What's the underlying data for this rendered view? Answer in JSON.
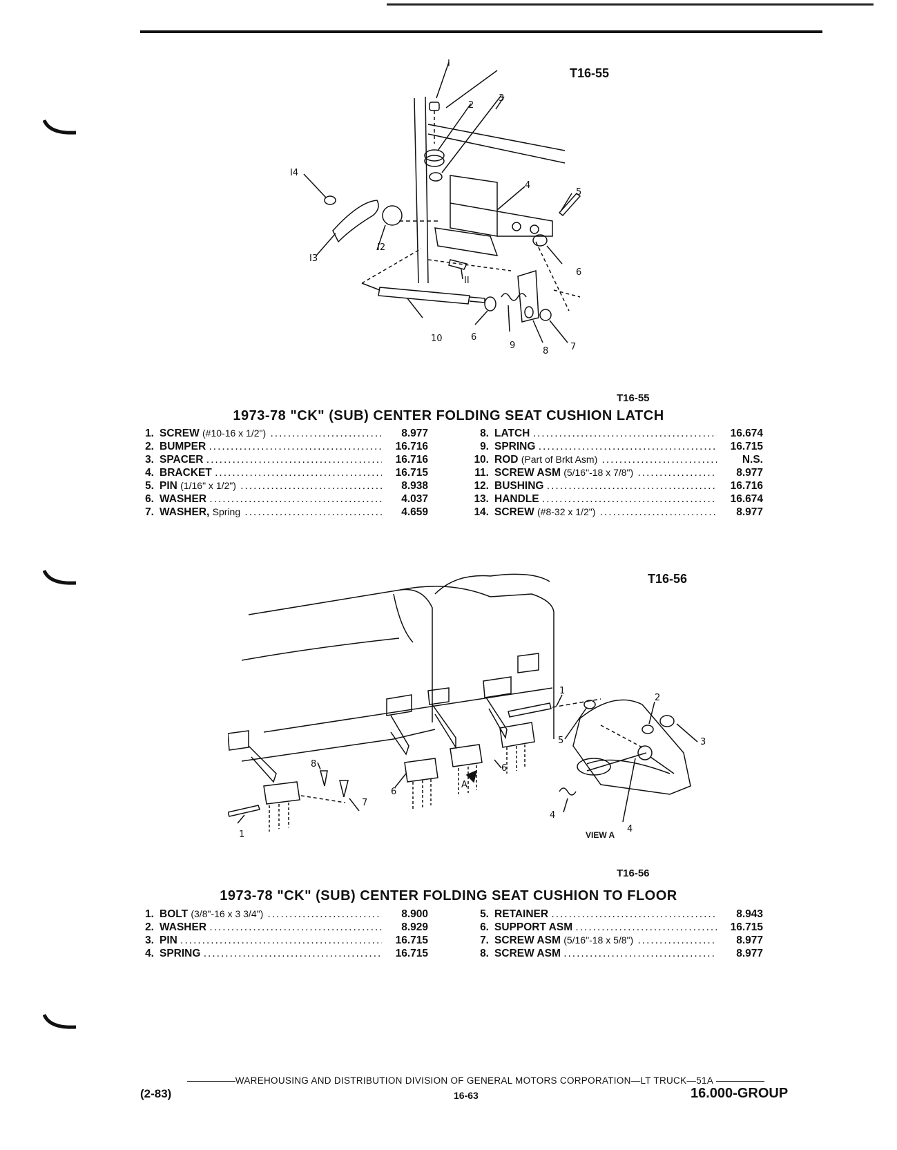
{
  "figures": {
    "fig1": {
      "label": "T16-55",
      "caption": "T16-55"
    },
    "fig2": {
      "label": "T16-56",
      "caption": "T16-56",
      "view_label": "VIEW A"
    }
  },
  "section1": {
    "title": "1973-78 \"CK\" (SUB) CENTER FOLDING SEAT CUSHION LATCH",
    "left": [
      {
        "num": "1.",
        "name": "SCREW",
        "spec": "(#10-16 x 1/2\")",
        "code": "8.977"
      },
      {
        "num": "2.",
        "name": "BUMPER",
        "spec": "",
        "code": "16.716"
      },
      {
        "num": "3.",
        "name": "SPACER",
        "spec": "",
        "code": "16.716"
      },
      {
        "num": "4.",
        "name": "BRACKET",
        "spec": "",
        "code": "16.715"
      },
      {
        "num": "5.",
        "name": "PIN",
        "spec": "(1/16\" x 1/2\")",
        "code": "8.938"
      },
      {
        "num": "6.",
        "name": "WASHER",
        "spec": "",
        "code": "4.037"
      },
      {
        "num": "7.",
        "name": "WASHER,",
        "spec": "Spring",
        "code": "4.659"
      }
    ],
    "right": [
      {
        "num": "8.",
        "name": "LATCH",
        "spec": "",
        "code": "16.674"
      },
      {
        "num": "9.",
        "name": "SPRING",
        "spec": "",
        "code": "16.715"
      },
      {
        "num": "10.",
        "name": "ROD",
        "spec": "(Part of Brkt Asm)",
        "code": "N.S."
      },
      {
        "num": "11.",
        "name": "SCREW ASM",
        "spec": "(5/16\"-18 x 7/8\")",
        "code": "8.977"
      },
      {
        "num": "12.",
        "name": "BUSHING",
        "spec": "",
        "code": "16.716"
      },
      {
        "num": "13.",
        "name": "HANDLE",
        "spec": "",
        "code": "16.674"
      },
      {
        "num": "14.",
        "name": "SCREW",
        "spec": "(#8-32 x 1/2\")",
        "code": "8.977"
      }
    ]
  },
  "section2": {
    "title": "1973-78 \"CK\" (SUB) CENTER FOLDING SEAT CUSHION TO FLOOR",
    "left": [
      {
        "num": "1.",
        "name": "BOLT",
        "spec": "(3/8\"-16 x 3 3/4\")",
        "code": "8.900"
      },
      {
        "num": "2.",
        "name": "WASHER",
        "spec": "",
        "code": "8.929"
      },
      {
        "num": "3.",
        "name": "PIN",
        "spec": "",
        "code": "16.715"
      },
      {
        "num": "4.",
        "name": "SPRING",
        "spec": "",
        "code": "16.715"
      }
    ],
    "right": [
      {
        "num": "5.",
        "name": "RETAINER",
        "spec": "",
        "code": "8.943"
      },
      {
        "num": "6.",
        "name": "SUPPORT ASM",
        "spec": "",
        "code": "16.715"
      },
      {
        "num": "7.",
        "name": "SCREW ASM",
        "spec": "(5/16\"-18 x 5/8\")",
        "code": "8.977"
      },
      {
        "num": "8.",
        "name": "SCREW ASM",
        "spec": "",
        "code": "8.977"
      }
    ]
  },
  "footer": {
    "org": "WAREHOUSING AND DISTRIBUTION  DIVISION OF GENERAL MOTORS CORPORATION—LT TRUCK—51A",
    "date": "(2-83)",
    "page": "16-63",
    "group": "16.000-GROUP"
  },
  "callouts1": [
    "I",
    "2",
    "3",
    "4",
    "5",
    "6",
    "6",
    "7",
    "8",
    "9",
    "10",
    "II",
    "I2",
    "I3",
    "I4"
  ],
  "callouts2": [
    "1",
    "1",
    "2",
    "3",
    "4",
    "4",
    "5",
    "6",
    "6",
    "7",
    "8",
    "A"
  ]
}
